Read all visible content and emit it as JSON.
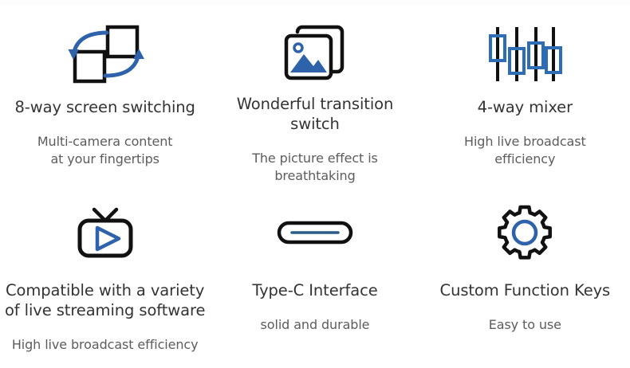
{
  "page": {
    "background_color": "#ffffff",
    "accent_blue": "#2E62AB",
    "accent_blue_light": "#2E6DB4",
    "outline_black": "#111111",
    "title_color": "#333333",
    "subtitle_color": "#5c5c5c"
  },
  "features": [
    {
      "icon": "switch-squares-icon",
      "title": "8-way screen switching",
      "subtitle": "Multi-camera content\nat your fingertips"
    },
    {
      "icon": "stacked-images-icon",
      "title": "Wonderful transition switch",
      "subtitle": "The picture effect is\nbreathtaking"
    },
    {
      "icon": "fader-sliders-icon",
      "title": "4-way mixer",
      "subtitle": "High live broadcast\nefficiency"
    },
    {
      "icon": "tv-play-icon",
      "title": "Compatible with a variety\nof live streaming software",
      "subtitle": "High live broadcast efficiency"
    },
    {
      "icon": "usb-type-c-icon",
      "title": "Type-C Interface",
      "subtitle": "solid and durable"
    },
    {
      "icon": "gear-icon",
      "title": "Custom Function Keys",
      "subtitle": "Easy to use"
    }
  ]
}
